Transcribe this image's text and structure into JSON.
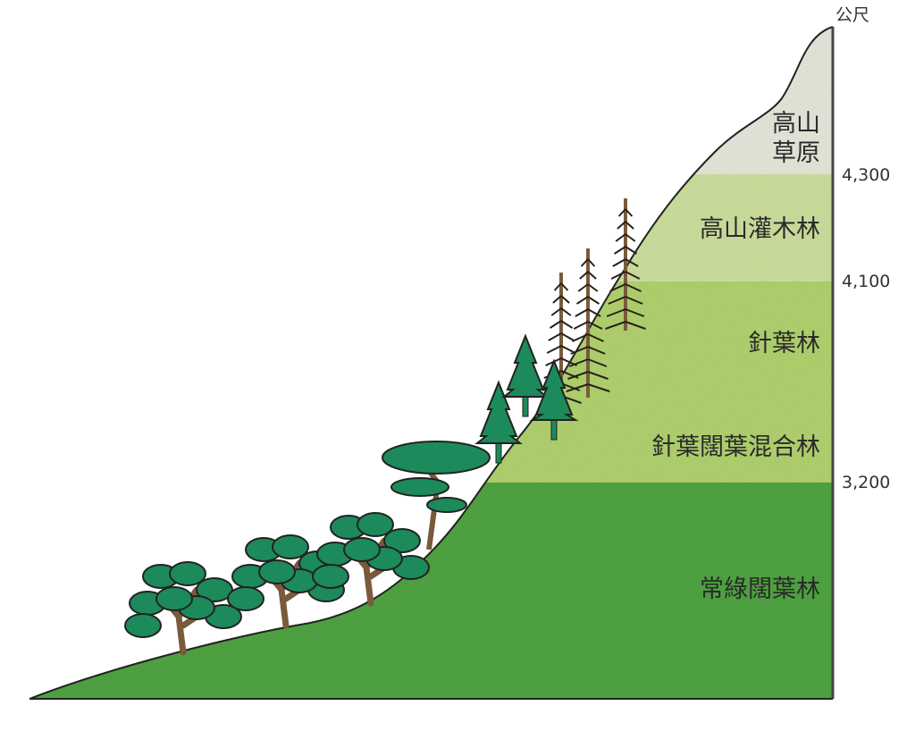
{
  "unit": "公尺",
  "elevation_ticks": [
    {
      "label": "4,300",
      "value": 4300
    },
    {
      "label": "4,100",
      "value": 4100
    },
    {
      "label": "3,200",
      "value": 3200
    }
  ],
  "zones": [
    {
      "label_lines": [
        "高山",
        "草原"
      ],
      "color": "#e2e5d8"
    },
    {
      "label": "高山灌木林",
      "color": "#cadd9c"
    },
    {
      "label": "針葉林",
      "color": "#afd06e"
    },
    {
      "label": "針葉闊葉混合林",
      "color": "#afd06e"
    },
    {
      "label": "常綠闊葉林",
      "color": "#4fa241"
    }
  ],
  "tree_colors": {
    "foliage": "#1c8a5a",
    "trunk": "#7a5a3a"
  }
}
